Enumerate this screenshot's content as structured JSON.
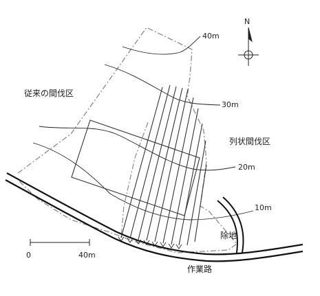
{
  "compass": {
    "north_label": "N"
  },
  "contours": [
    {
      "label": "40m"
    },
    {
      "label": "30m"
    },
    {
      "label": "20m"
    },
    {
      "label": "10m"
    }
  ],
  "areas": {
    "conventional": "従来の間伐区",
    "row_thinning": "列状間伐区",
    "excluded": "除地"
  },
  "road": {
    "label": "作業路"
  },
  "scale_bar": {
    "start": "0",
    "end": "40m"
  }
}
